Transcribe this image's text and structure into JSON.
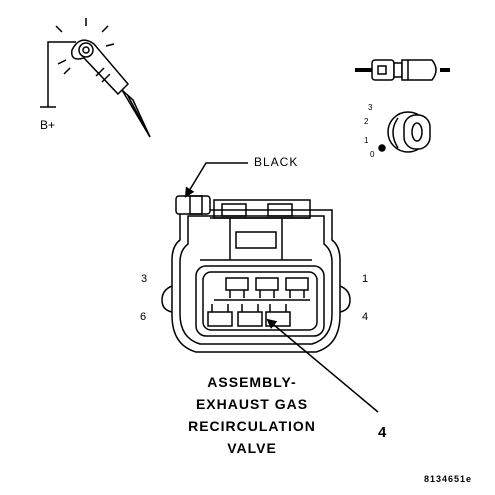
{
  "test_light": {
    "supply_label": "B+"
  },
  "key": {
    "positions": [
      "3",
      "2",
      "1",
      "0"
    ]
  },
  "connector": {
    "color_label": "BLACK",
    "pins": {
      "top_left": "3",
      "top_right": "1",
      "bottom_left": "6",
      "bottom_right": "4"
    }
  },
  "component": {
    "title_lines": [
      "ASSEMBLY-",
      "EXHAUST GAS",
      "RECIRCULATION",
      "VALVE"
    ]
  },
  "callout": {
    "number": "4"
  },
  "figure_id": "8134651e"
}
